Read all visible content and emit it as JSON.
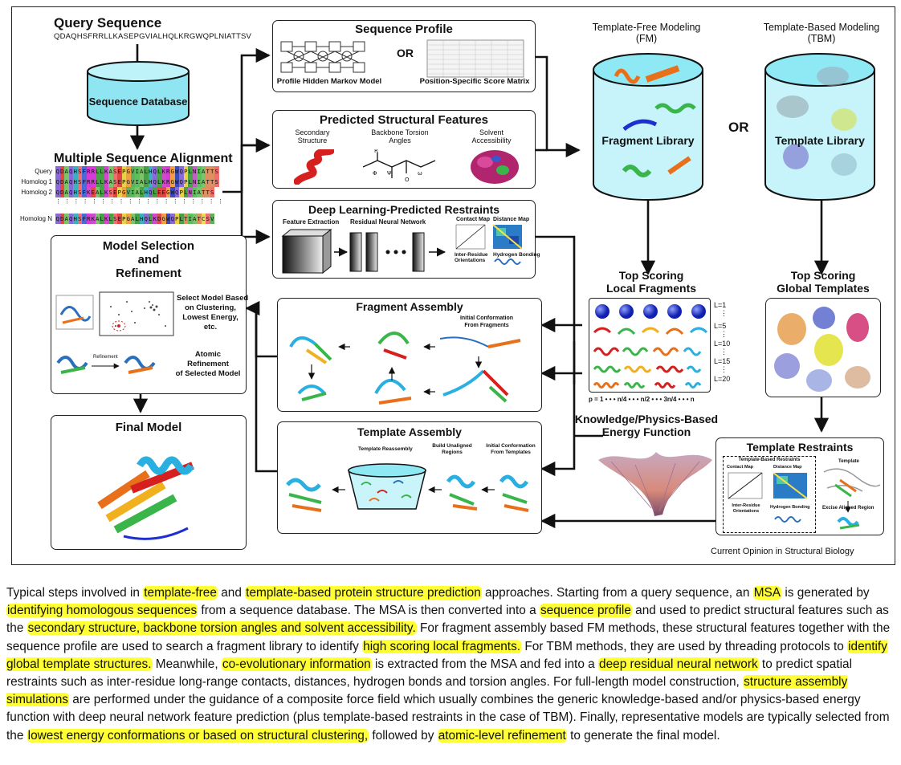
{
  "query": {
    "title": "Query Sequence",
    "sequence": "QDAQHSFRRLLKASEPGVIALHQLKRGWQPLNIATTSV"
  },
  "seq_db": {
    "label": "Sequence Database"
  },
  "msa": {
    "title": "Multiple Sequence Alignment",
    "row_labels": [
      "Query",
      "Homolog 1",
      "Homolog 2",
      "Homolog N"
    ],
    "rows": [
      "QDAQHSFRRLLKASEPGVIALHQLKRGWQPLNIATTS",
      "QDAQHSFRRLLKASEPGVIALHQLKRGWQPLNIATTS",
      "QDAQHSFKEALKSEPGVIALHQLEEGWQPLNIATTS",
      "QDAQHSFRKALKLSEPGALHQLKDGWQPLTIATCSV"
    ]
  },
  "seq_profile": {
    "title": "Sequence Profile",
    "hmm_label": "Profile Hidden Markov Model",
    "or": "OR",
    "pssm_label": "Position-Specific Score Matrix"
  },
  "pred_features": {
    "title": "Predicted Structural Features",
    "ss": "Secondary Structure",
    "torsion": "Backbone Torsion Angles",
    "sa": "Solvent Accessibility"
  },
  "dl": {
    "title": "Deep Learning-Predicted Restraints",
    "feat": "Feature Extraction",
    "resnet": "Residual Neural Network",
    "contact": "Contact Map",
    "distance": "Distance Map",
    "orient": "Inter-Residue Orientations",
    "hbond": "Hydrogen Bonding"
  },
  "fm": {
    "title": "Template-Free Modeling",
    "abbr": "(FM)",
    "library": "Fragment Library"
  },
  "or_mid": "OR",
  "tbm": {
    "title": "Template-Based Modeling",
    "abbr": "(TBM)",
    "library": "Template Library"
  },
  "model_sel": {
    "title": "Model Selection and Refinement",
    "title1": "Model Selection",
    "title2": "and",
    "title3": "Refinement",
    "select": "Select Model Based on Clustering, Lowest Energy, etc.",
    "sel1": "Select Model Based",
    "sel2": "on Clustering,",
    "sel3": "Lowest Energy,",
    "sel4": "etc.",
    "refine_arrow": "Refinement",
    "atomic1": "Atomic",
    "atomic2": "Refinement",
    "atomic3": "of Selected Model"
  },
  "final": {
    "title": "Final Model"
  },
  "frag_asm": {
    "title": "Fragment Assembly",
    "init": "Initial Conformation From Fragments",
    "init1": "Initial Conformation",
    "init2": "From Fragments"
  },
  "top_local": {
    "title1": "Top Scoring",
    "title2": "Local Fragments",
    "L_labels": [
      "L=1",
      "L=5",
      "L=10",
      "L=15",
      "L=20"
    ],
    "p_axis": "p = 1 • • •  n/4 • • •  n/2 • • •  3n/4 • • •  n"
  },
  "top_global": {
    "title1": "Top Scoring",
    "title2": "Global Templates"
  },
  "energy": {
    "title1": "Knowledge/Physics-Based",
    "title2": "Energy Function"
  },
  "tmpl_asm": {
    "title": "Template Assembly",
    "reassembly": "Template Reassembly",
    "unaligned1": "Build Unaligned",
    "unaligned2": "Regions",
    "init1": "Initial Conformation",
    "init2": "From Templates"
  },
  "tmpl_restr": {
    "title": "Template Restraints",
    "inner": "Template-Based Restraints",
    "contact": "Contact Map",
    "distance": "Distance Map",
    "orient1": "Inter-Residue",
    "orient2": "Orientations",
    "hbond": "Hydrogen Bonding",
    "template": "Template",
    "excise": "Excise Aligned Region"
  },
  "credit": "Current Opinion in Structural Biology",
  "colors": {
    "cylinder_top": "#8ee9f4",
    "cylinder_body": "#c8f4fa",
    "highlight": "#ffff33",
    "arrow": "#111111"
  },
  "caption": [
    {
      "t": "Typical steps involved in "
    },
    {
      "t": "template-free",
      "h": true
    },
    {
      "t": " and "
    },
    {
      "t": "template-based protein structure prediction",
      "h": true
    },
    {
      "t": " approaches. Starting from a query sequence, an "
    },
    {
      "t": "MSA",
      "h": true
    },
    {
      "t": " is generated by "
    },
    {
      "t": "identifying homologous sequences",
      "h": true
    },
    {
      "t": " from a sequence database. The MSA is then converted into a "
    },
    {
      "t": "sequence profile",
      "h": true
    },
    {
      "t": " and used to predict structural features such as the "
    },
    {
      "t": "secondary structure, backbone torsion angles and solvent accessibility.",
      "h": true
    },
    {
      "t": " For fragment assembly based FM methods, these structural features together with the sequence profile are used to search a fragment library to identify "
    },
    {
      "t": "high scoring local fragments.",
      "h": true
    },
    {
      "t": " For TBM methods, they are used by threading protocols to "
    },
    {
      "t": "identify global template structures.",
      "h": true
    },
    {
      "t": " Meanwhile, "
    },
    {
      "t": "co-evolutionary information",
      "h": true
    },
    {
      "t": " is extracted from the MSA and fed into a "
    },
    {
      "t": "deep residual neural network",
      "h": true
    },
    {
      "t": " to predict spatial restraints such as inter-residue long-range contacts, distances, hydrogen bonds and torsion angles. For full-length model construction, "
    },
    {
      "t": "structure assembly simulations",
      "h": true
    },
    {
      "t": " are performed under the guidance of a composite force field which usually combines the generic knowledge-based and/or physics-based energy function with deep neural network feature prediction (plus template-based restraints in the case of TBM). Finally, representative models are typically selected from the "
    },
    {
      "t": "lowest energy conformations or based on structural clustering,",
      "h": true
    },
    {
      "t": " followed by "
    },
    {
      "t": "atomic-level refinement",
      "h": true
    },
    {
      "t": " to generate the final model."
    }
  ]
}
